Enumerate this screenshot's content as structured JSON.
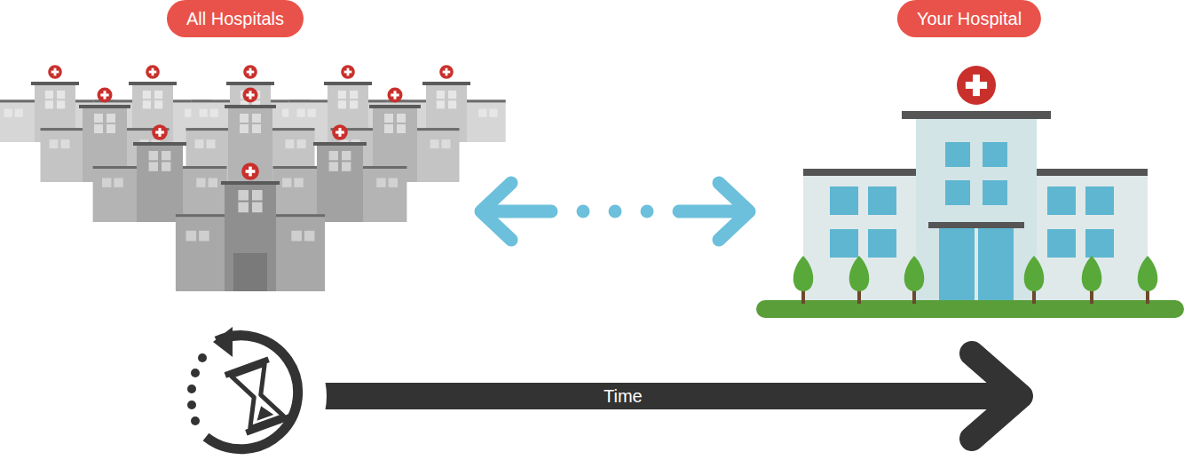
{
  "diagram": {
    "nodes": [
      {
        "text": [
          "All Hospitals"
        ]
      },
      {
        "text": [
          "Your Hospital"
        ]
      }
    ],
    "edges": [
      {
        "from": 0,
        "to": 1,
        "arrow": "both"
      }
    ],
    "labels": [
      "Time"
    ]
  }
}
